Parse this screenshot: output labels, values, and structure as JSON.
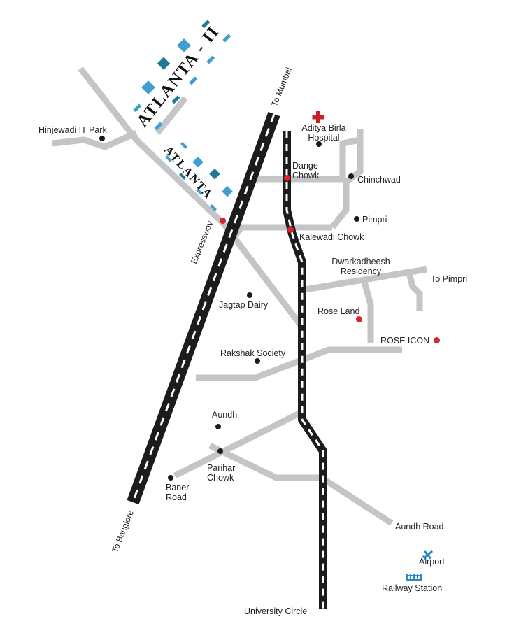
{
  "map": {
    "projects": [
      {
        "name": "ATLANTA - II"
      },
      {
        "name": "ATLANTA"
      }
    ],
    "roads": {
      "expressway": "Expressway",
      "to_mumbai": "To Mumbai",
      "to_banglore": "To Banglore",
      "to_pimpri": "To Pimpri",
      "aundh_road": "Aundh Road",
      "baner_road": "Baner Road"
    },
    "places": {
      "hinjewadi": "Hinjewadi IT Park",
      "aditya_birla": "Aditya Birla Hospital",
      "dange_chowk": "Dange Chowk",
      "chinchwad": "Chinchwad",
      "pimpri": "Pimpri",
      "kalewadi": "Kalewadi Chowk",
      "dwarkadheesh": "Dwarkadheesh Residency",
      "jagtap": "Jagtap Dairy",
      "rose_land": "Rose Land",
      "rose_icon": "ROSE ICON",
      "rakshak": "Rakshak Society",
      "aundh": "Aundh",
      "parihar": "Parihar Chowk",
      "baner_road": "Baner Road",
      "airport": "Airport",
      "railway": "Railway Station",
      "university": "University Circle"
    },
    "colors": {
      "road": "#c4c5c7",
      "highway": "#1c1c1c",
      "marker_red": "#e0202a",
      "hospital": "#c8202a",
      "accent_blue": "#3fa0cf",
      "accent_teal": "#1f7a93"
    }
  }
}
